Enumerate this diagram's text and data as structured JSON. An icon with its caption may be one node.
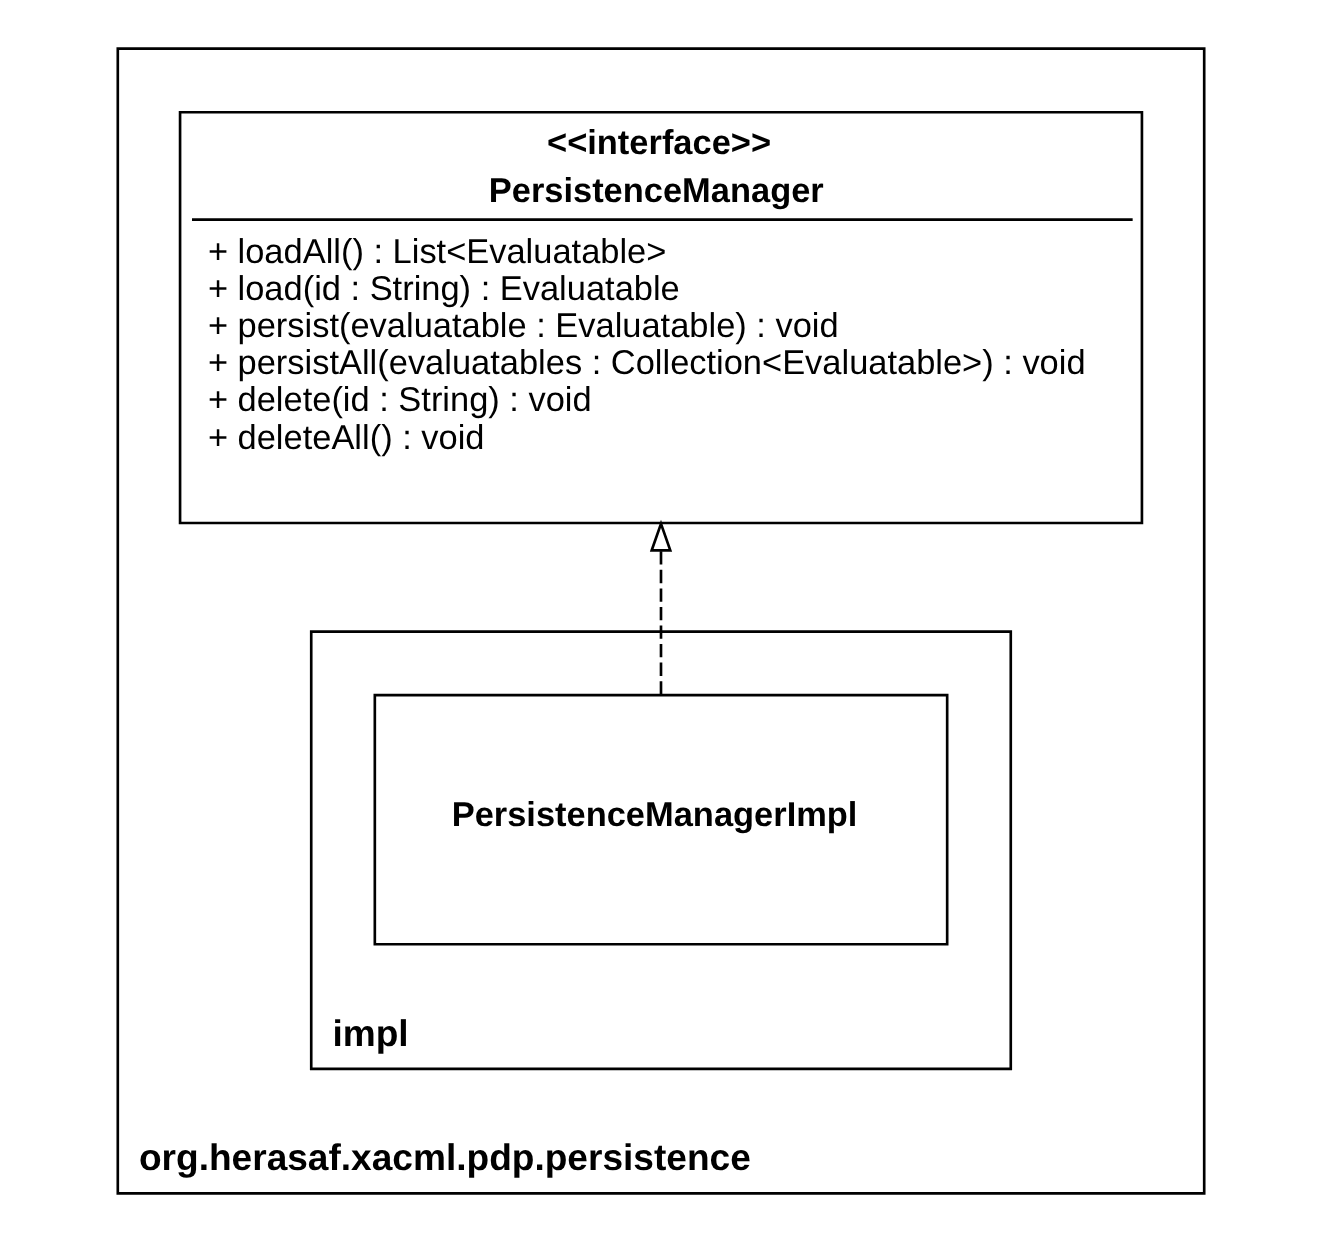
{
  "diagram": {
    "nodes": [
      {
        "text": [
          "org.herasaf.xacml.pdp.persistence"
        ]
      },
      {
        "text": [
          "<<interface>>",
          "PersistenceManager",
          "+ loadAll() : List<Evaluatable>",
          "+ load(id : String) : Evaluatable",
          "+ persist(evaluatable : Evaluatable) : void",
          "+ persistAll(evaluatables : Collection<Evaluatable>) : void",
          "+ delete(id : String) : void",
          "+ deleteAll() : void"
        ],
        "in": 0
      },
      {
        "text": [
          "impl"
        ],
        "in": 0
      },
      {
        "text": [
          "PersistenceManagerImpl"
        ],
        "in": 2
      }
    ],
    "edges": [
      {
        "from": 3,
        "to": 1,
        "arrow": "to",
        "style": "dashed"
      }
    ]
  }
}
